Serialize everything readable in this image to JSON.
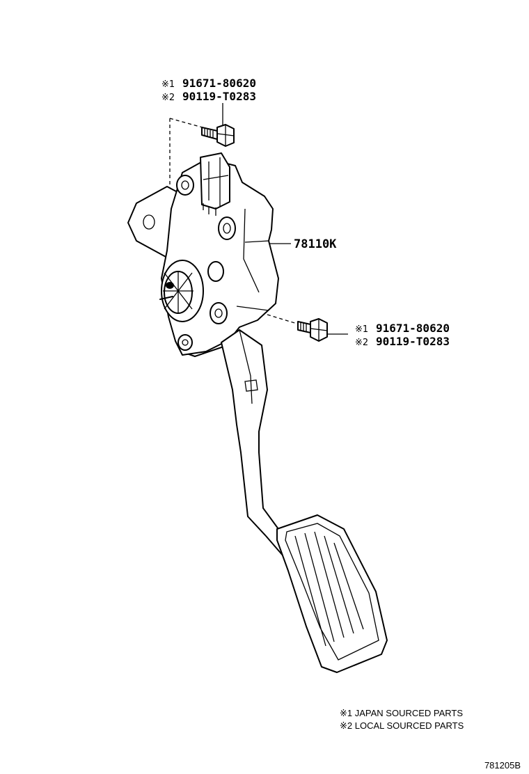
{
  "callouts": {
    "top_bolt": {
      "line1_mark": "※1",
      "line1_part": "91671-80620",
      "line2_mark": "※2",
      "line2_part": "90119-T0283"
    },
    "main_assembly": {
      "part": "78110K"
    },
    "side_bolt": {
      "line1_mark": "※1",
      "line1_part": "91671-80620",
      "line2_mark": "※2",
      "line2_part": "90119-T0283"
    }
  },
  "legend": {
    "note1": "※1 JAPAN SOURCED PARTS",
    "note2": "※2 LOCAL SOURCED PARTS"
  },
  "figure_id": "781205B"
}
